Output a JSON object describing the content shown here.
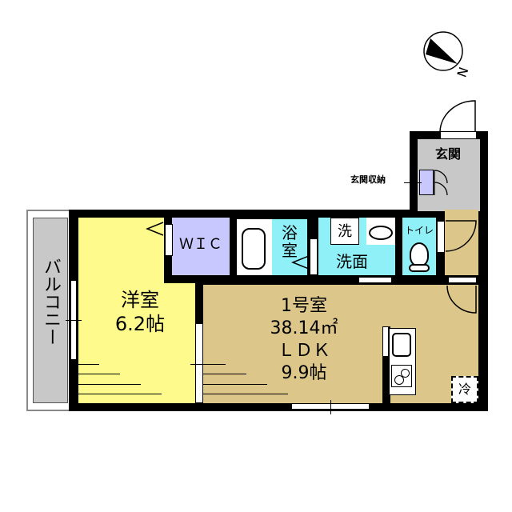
{
  "compass": {
    "label": "N",
    "icon": "north-arrow-icon"
  },
  "colors": {
    "yoshitsu": "#fffa8c",
    "ldk": "#dcc68a",
    "wic": "#c8c8ff",
    "genkan_storage": "#c8c8ff",
    "bath": "#90f0f8",
    "toilet": "#90f0f8",
    "washroom": "#90f0f8",
    "genkan": "#c8c8c8",
    "balcony": "#c8c8c8",
    "wall": "#000000"
  },
  "rooms": {
    "genkan": "玄関",
    "genkan_storage": "玄関収納",
    "wic": "ＷＩＣ",
    "bath_line1": "浴",
    "bath_line2": "室",
    "washer": "洗",
    "washroom": "洗面",
    "toilet": "トイレ",
    "balcony": "バルコニー",
    "yoshitsu_name": "洋室",
    "yoshitsu_size": "6.2帖",
    "unit_name": "1号室",
    "unit_area": "38.14㎡",
    "ldk_name": "ＬＤＫ",
    "ldk_size": "9.9帖",
    "fridge": "冷"
  }
}
